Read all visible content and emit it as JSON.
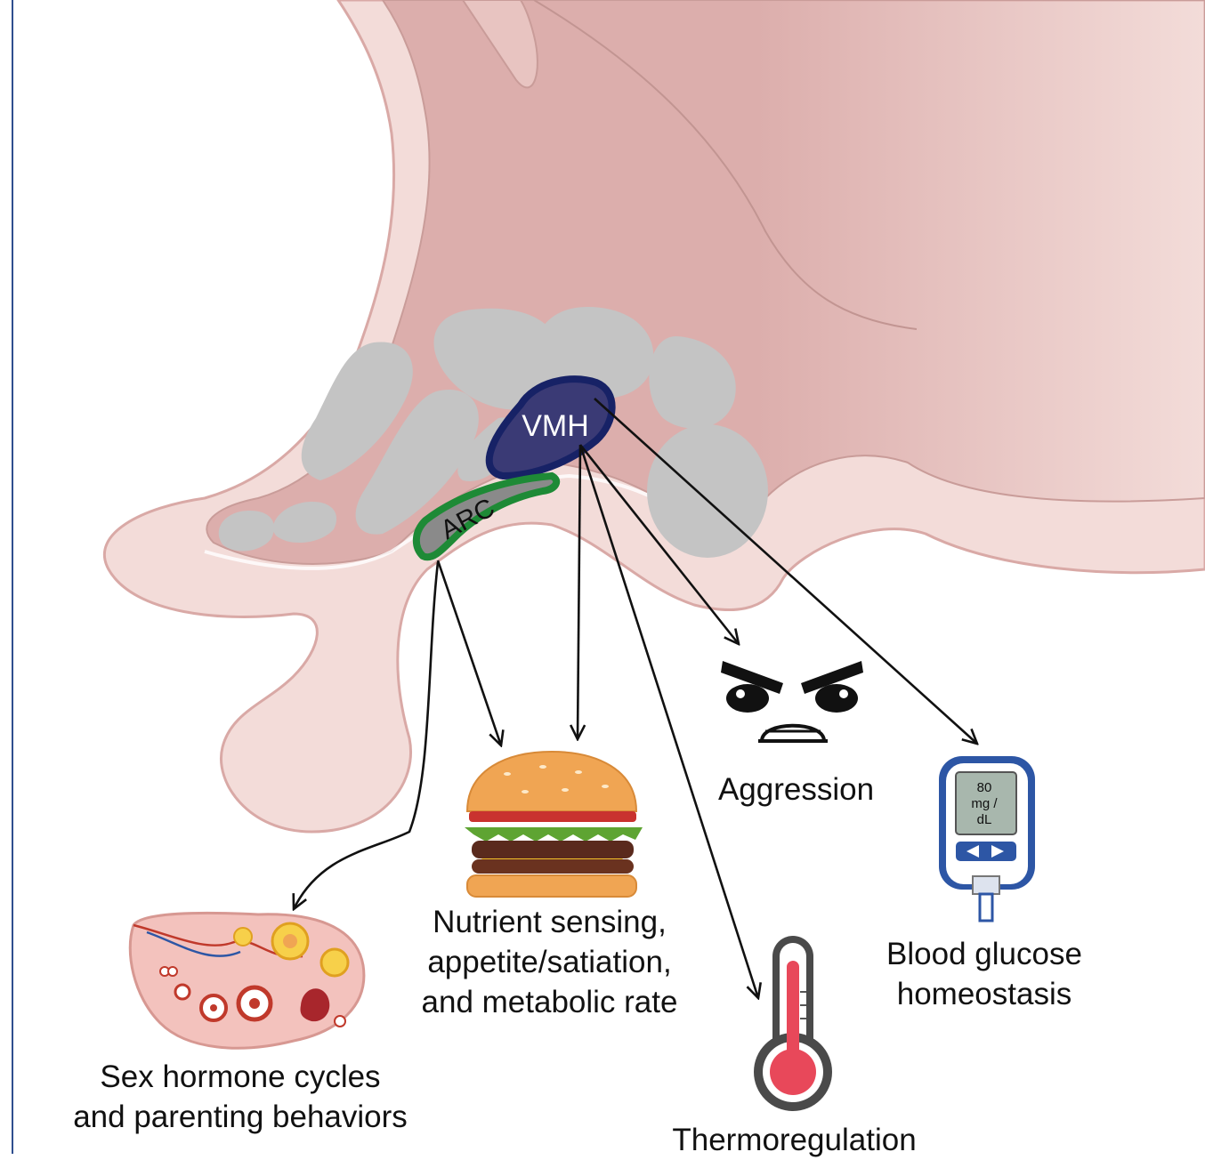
{
  "regions": {
    "vmh": "VMH",
    "arc": "ARC"
  },
  "outcomes": {
    "aggression": "Aggression",
    "glucose": "Blood glucose\nhomeostasis",
    "nutrient": "Nutrient sensing,\nappetite/satiation,\nand metabolic rate",
    "sex_hormone": "Sex hormone cycles\nand parenting behaviors",
    "thermo": "Thermoregulation"
  },
  "glucometer": {
    "value": "80",
    "unit_line1": "mg /",
    "unit_line2": "dL"
  },
  "colors": {
    "tissue": "#dcaeac",
    "tissue_light": "#f3dcd9",
    "nuclei": "#c4c4c4",
    "vmh_fill": "#3a3a75",
    "vmh_outline": "#172266",
    "arc_outline": "#1e8a36",
    "thermometer_red": "#e8485a"
  },
  "icons": [
    "burger-icon",
    "angry-face-icon",
    "glucometer-icon",
    "thermometer-icon",
    "ovary-icon"
  ]
}
